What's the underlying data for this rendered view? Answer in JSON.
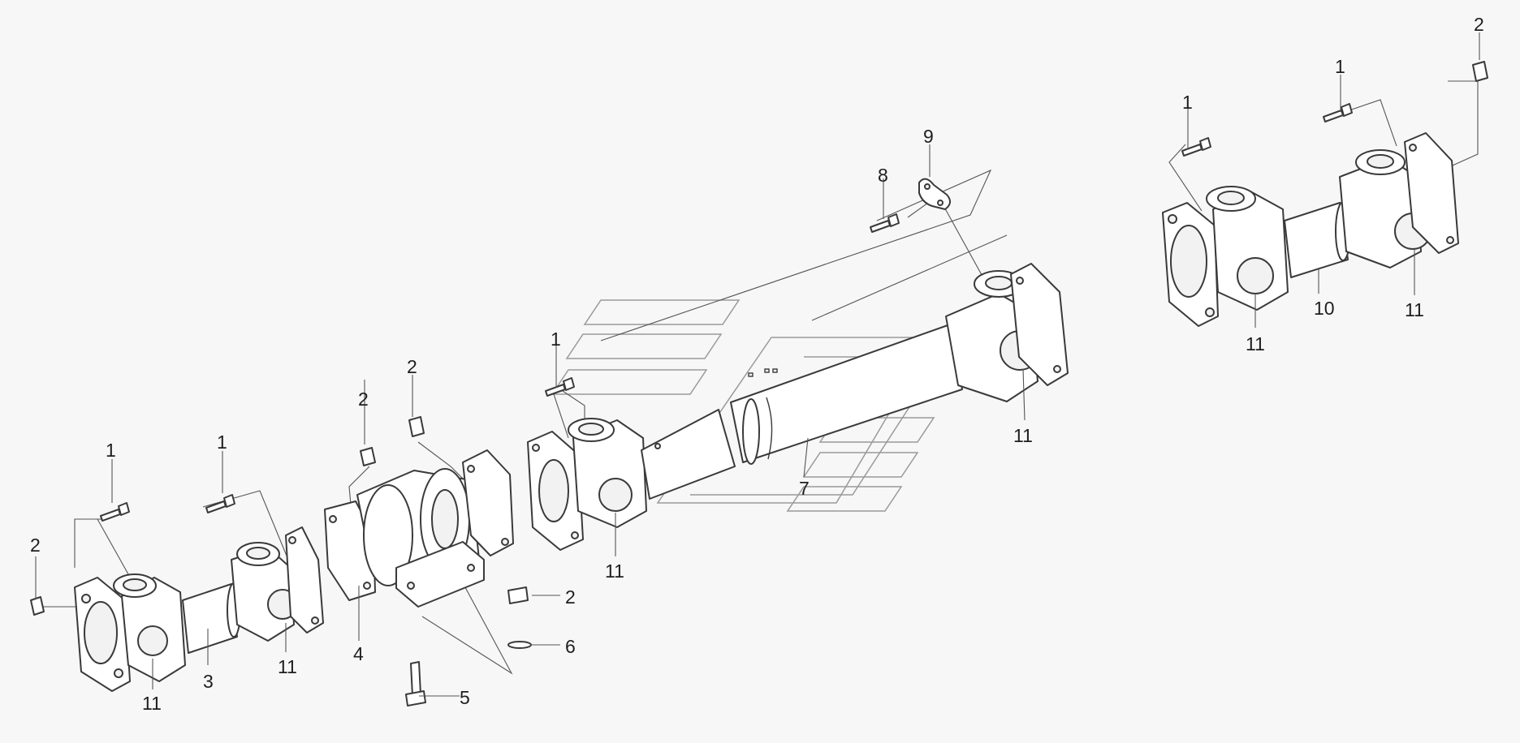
{
  "callouts": {
    "c01": "1",
    "c02": "1",
    "c03": "1",
    "c04": "1",
    "c05": "1",
    "c06": "2",
    "c07": "2",
    "c08": "2",
    "c09": "2",
    "c10": "2",
    "c11": "3",
    "c12": "4",
    "c13": "5",
    "c14": "6",
    "c15": "7",
    "c16": "8",
    "c17": "9",
    "c18": "10",
    "c19": "11",
    "c20": "11",
    "c21": "11",
    "c22": "11",
    "c23": "11",
    "c24": "11"
  },
  "colors": {
    "line": "#3a3a3a",
    "background": "#f7f7f7",
    "fill": "#ffffff"
  }
}
